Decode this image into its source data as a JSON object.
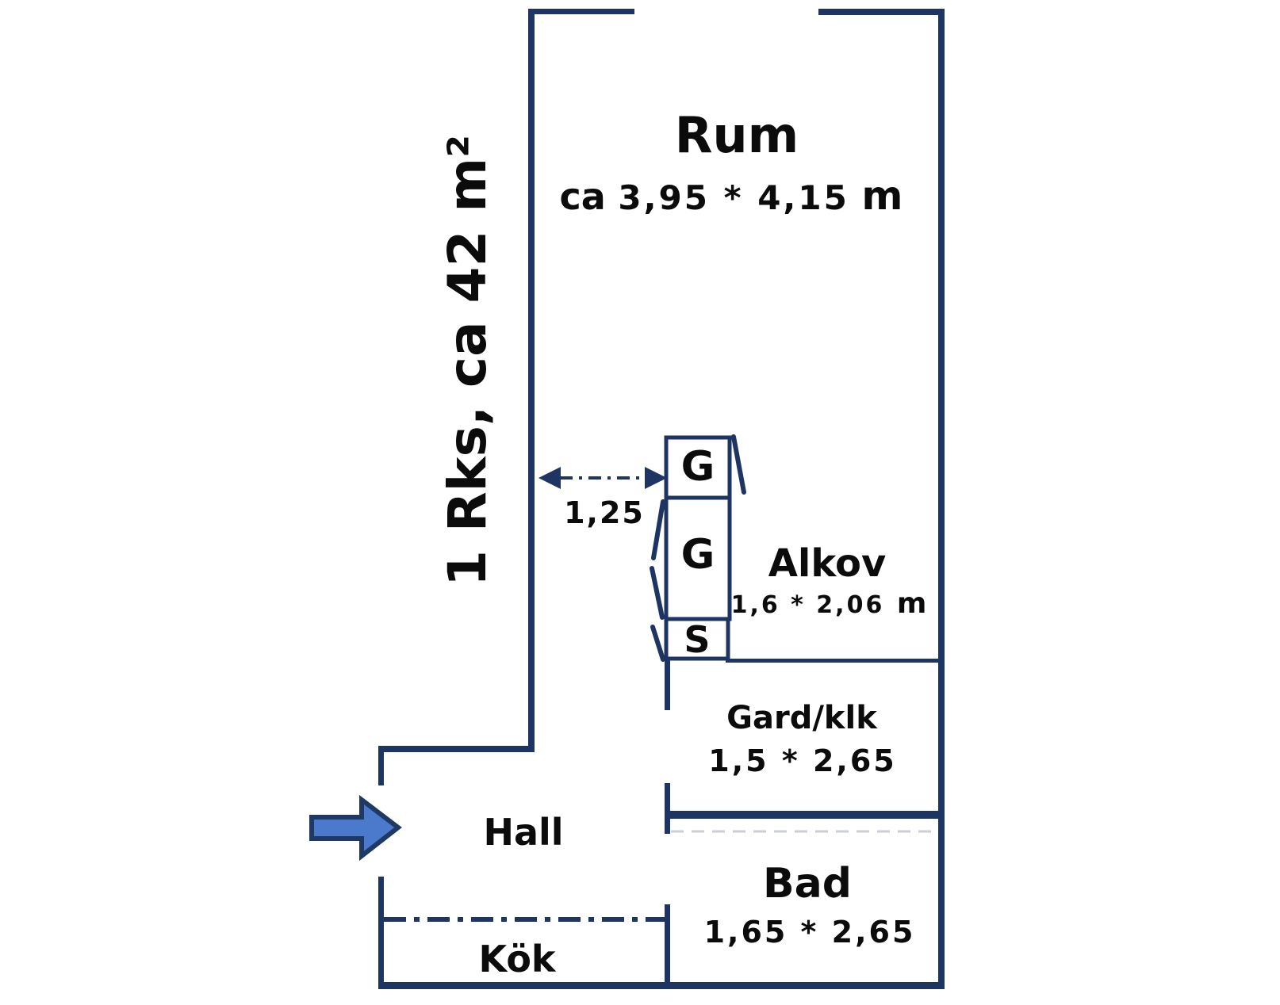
{
  "plan_title": "1 Rks, ca 42 m²",
  "rooms": {
    "rum": {
      "name": "Rum",
      "dim_prefix": "ca",
      "dim_value": "3,95 * 4,15",
      "dim_unit": "m"
    },
    "alkov": {
      "name": "Alkov",
      "dim_value": "1,6 * 2,06",
      "dim_unit": "m"
    },
    "gard_klk": {
      "name": "Gard/klk",
      "dim_value": "1,5 * 2,65"
    },
    "bad": {
      "name": "Bad",
      "dim_value": "1,65 * 2,65"
    },
    "hall": {
      "name": "Hall"
    },
    "kok": {
      "name": "Kök"
    }
  },
  "closets": {
    "top": "G",
    "middle": "G",
    "bottom": "S"
  },
  "measurements": {
    "hall_to_closet": "1,25"
  },
  "colors": {
    "wall": "#1e3564",
    "arrow_fill": "#4b79cc",
    "arrow_outline": "#1f3864",
    "text": "#0b0b0b",
    "faint_line": "#c9ced8"
  }
}
